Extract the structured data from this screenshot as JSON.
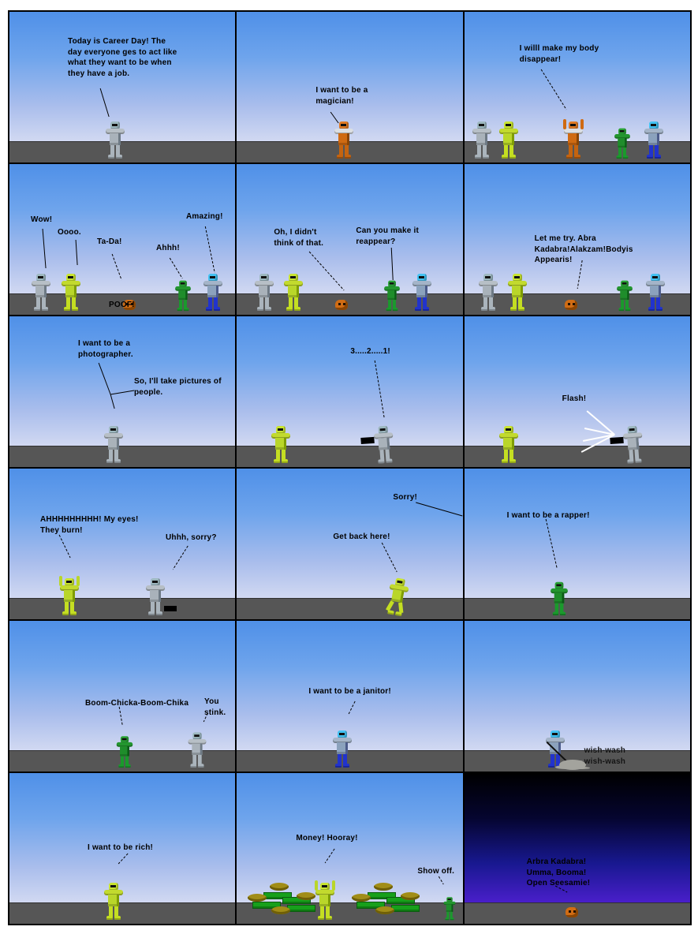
{
  "comic": {
    "panels": [
      {
        "speeches": [
          {
            "text": "Today is Career Day! The\nday everyone ges to act like\nwhat they want to be when\nthey have a job."
          }
        ]
      },
      {
        "speeches": [
          {
            "text": "I want to be a\nmagician!"
          }
        ]
      },
      {
        "speeches": [
          {
            "text": "I willl make my body\ndisappear!"
          }
        ]
      },
      {
        "speeches": [
          {
            "text": "Wow!"
          },
          {
            "text": "Oooo."
          },
          {
            "text": "Ta-Da!"
          },
          {
            "text": "Ahhh!"
          },
          {
            "text": "Amazing!"
          },
          {
            "text": "POOF!"
          }
        ]
      },
      {
        "speeches": [
          {
            "text": "Oh, I didn't\nthink of that."
          },
          {
            "text": "Can you make it\nreappear?"
          }
        ]
      },
      {
        "speeches": [
          {
            "text": "Let me try. Abra\nKadabra!Alakzam!Bodyis\nAppearis!"
          }
        ]
      },
      {
        "speeches": [
          {
            "text": "I want to be a\nphotographer."
          },
          {
            "text": "So, I'll take pictures of\npeople."
          }
        ]
      },
      {
        "speeches": [
          {
            "text": "3.....2.....1!"
          }
        ]
      },
      {
        "speeches": [
          {
            "text": "Flash!"
          }
        ]
      },
      {
        "speeches": [
          {
            "text": "AHHHHHHHHH! My eyes!\nThey burn!"
          },
          {
            "text": "Uhhh, sorry?"
          }
        ]
      },
      {
        "speeches": [
          {
            "text": "Sorry!"
          },
          {
            "text": "Get back here!"
          }
        ]
      },
      {
        "speeches": [
          {
            "text": "I want to be a rapper!"
          }
        ]
      },
      {
        "speeches": [
          {
            "text": "Boom-Chicka-Boom-Chika"
          },
          {
            "text": "You\nstink."
          }
        ]
      },
      {
        "speeches": [
          {
            "text": "I want to be a janitor!"
          }
        ]
      },
      {
        "speeches": [
          {
            "text": "wish-wash\nwish-wash"
          }
        ]
      },
      {
        "speeches": [
          {
            "text": "I want to be rich!"
          }
        ]
      },
      {
        "speeches": [
          {
            "text": "Money! Hooray!"
          },
          {
            "text": "Show off."
          }
        ]
      },
      {
        "speeches": [
          {
            "text": "Arbra Kadabra!\nUmma, Booma!\nOpen Seesamie!"
          }
        ]
      }
    ],
    "colors": {
      "sky_top": "#4f90e8",
      "sky_bottom": "#e9e9f5",
      "ground": "#565656",
      "night_top": "#000000",
      "night_bottom": "#6028e0",
      "text": "#000000",
      "flash_ray": "#ffffff",
      "robot_gray": "#a9b2ba",
      "robot_lime": "#b9d62a",
      "robot_orange": "#cf6a12",
      "robot_green": "#1f8d2b",
      "robot_blue_head": "#43c2f2",
      "robot_blue_legs": "#2133cd",
      "money_bill": "#17a01b",
      "money_coin": "#a18d17"
    }
  }
}
